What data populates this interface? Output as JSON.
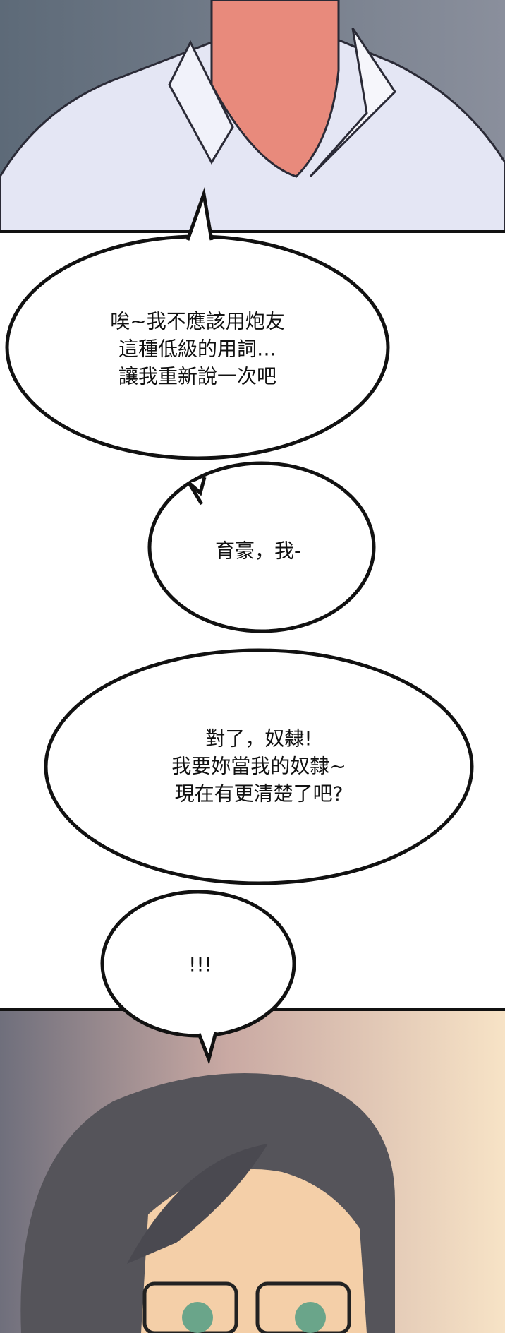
{
  "bubbles": [
    {
      "lines": [
        "唉~我不應該用炮友",
        "這種低級的用詞…",
        "讓我重新說一次吧"
      ]
    },
    {
      "lines": [
        "育豪，我-"
      ]
    },
    {
      "lines": [
        "對了，奴隸!",
        "我要妳當我的奴隸~",
        "現在有更清楚了吧?"
      ]
    },
    {
      "lines": [
        "!!!"
      ]
    }
  ],
  "colors": {
    "panel_border": "#111111",
    "bubble_fill": "#ffffff",
    "shirt": "#e4e6f4",
    "neck": "#e88a7c",
    "hair": "#55545a",
    "skin": "#f4cfa8"
  }
}
